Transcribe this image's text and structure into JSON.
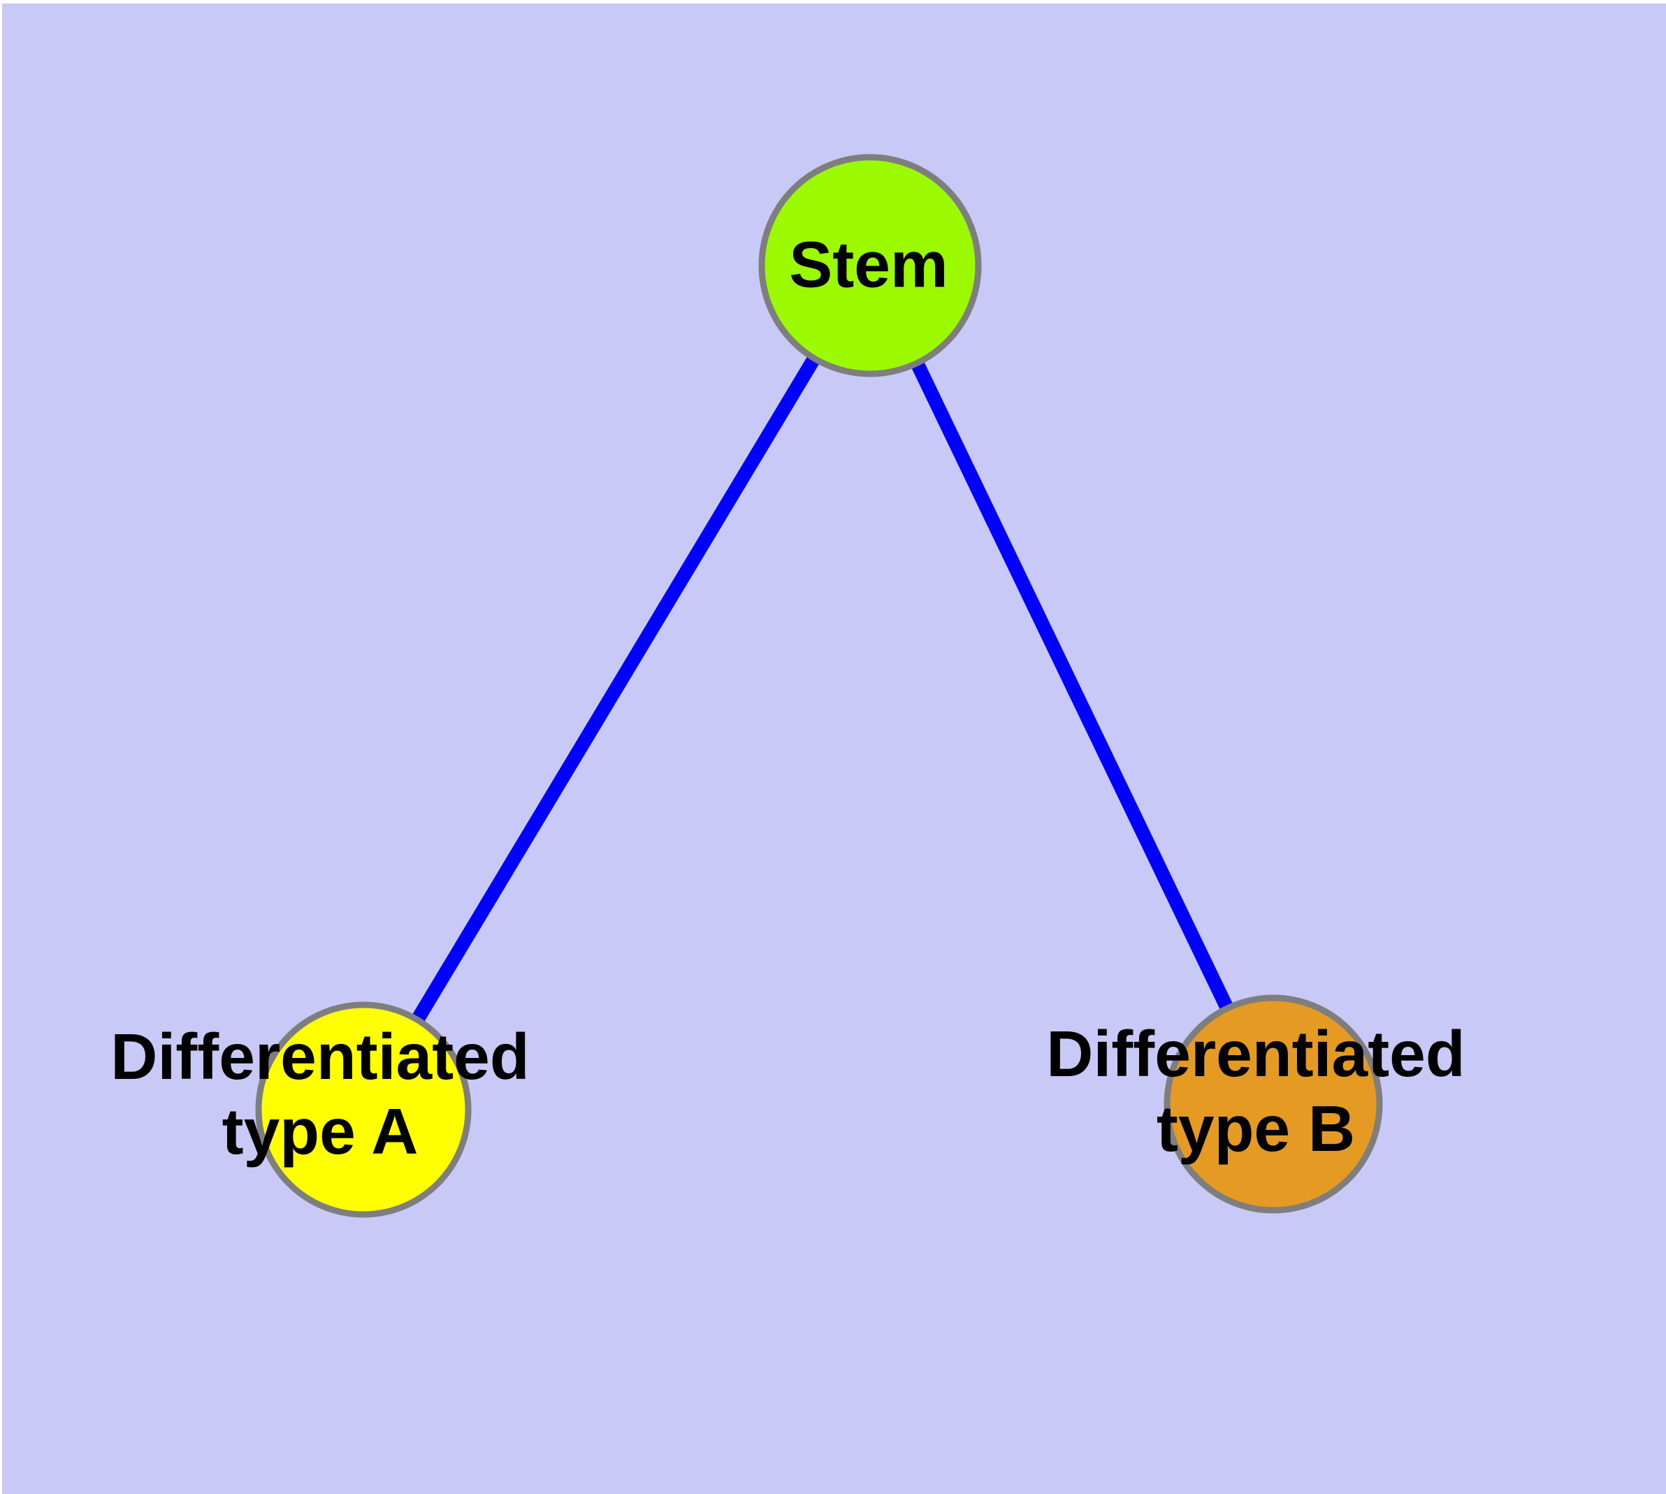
{
  "graph": {
    "type": "node-link-diagram",
    "background_color": "#C9C9F8",
    "margin_color": "#FFFFFF",
    "edge_color": "#0000FF",
    "node_border_color": "#7E7E7E",
    "label_color": "#000000",
    "nodes": [
      {
        "id": "stem",
        "label": "Stem",
        "color": "#9BFA00",
        "position": "top-center"
      },
      {
        "id": "type-a",
        "label": "Differentiated\ntype A",
        "color": "#FFFF00",
        "position": "bottom-left"
      },
      {
        "id": "type-b",
        "label": "Differentiated\ntype B",
        "color": "#E59B23",
        "position": "bottom-right"
      }
    ],
    "edges": [
      {
        "from": "stem",
        "to": "type-a"
      },
      {
        "from": "stem",
        "to": "type-b"
      }
    ]
  }
}
